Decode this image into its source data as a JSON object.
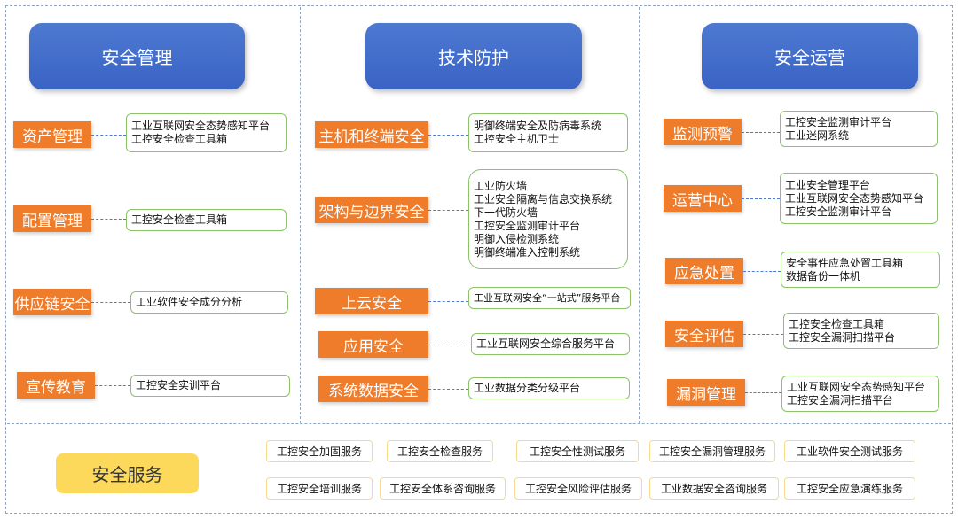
{
  "columns": [
    {
      "title": "安全管理",
      "items": [
        {
          "category": "资产管理",
          "tools": [
            "工业互联网安全态势感知平台",
            "工控安全检查工具箱"
          ]
        },
        {
          "category": "配置管理",
          "tools": [
            "工控安全检查工具箱"
          ]
        },
        {
          "category": "供应链安全",
          "tools": [
            "工业软件安全成分分析"
          ]
        },
        {
          "category": "宣传教育",
          "tools": [
            "工控安全实训平台"
          ]
        }
      ]
    },
    {
      "title": "技术防护",
      "items": [
        {
          "category": "主机和终端安全",
          "tools": [
            "明御终端安全及防病毒系统",
            "工控安全主机卫士"
          ]
        },
        {
          "category": "架构与边界安全",
          "tools": [
            "工业防火墙",
            "工业安全隔离与信息交换系统",
            "下一代防火墙",
            "工控安全监测审计平台",
            "明御入侵检测系统",
            "明御终端准入控制系统"
          ]
        },
        {
          "category": "上云安全",
          "tools": [
            "工业互联网安全“一站式”服务平台"
          ]
        },
        {
          "category": "应用安全",
          "tools": [
            "工业互联网安全综合服务平台"
          ]
        },
        {
          "category": "系统数据安全",
          "tools": [
            "工业数据分类分级平台"
          ]
        }
      ]
    },
    {
      "title": "安全运营",
      "items": [
        {
          "category": "监测预警",
          "tools": [
            "工控安全监测审计平台",
            "工业迷网系统"
          ]
        },
        {
          "category": "运营中心",
          "tools": [
            "工业安全管理平台",
            "工业互联网安全态势感知平台",
            "工控安全监测审计平台"
          ]
        },
        {
          "category": "应急处置",
          "tools": [
            "安全事件应急处置工具箱",
            "数据备份一体机"
          ]
        },
        {
          "category": "安全评估",
          "tools": [
            "工控安全检查工具箱",
            "工控安全漏洞扫描平台"
          ]
        },
        {
          "category": "漏洞管理",
          "tools": [
            "工业互联网安全态势感知平台",
            "工控安全漏洞扫描平台"
          ]
        }
      ]
    }
  ],
  "services": {
    "title": "安全服务",
    "row1": [
      "工控安全加固服务",
      "工控安全检查服务",
      "工控安全性测试服务",
      "工控安全漏洞管理服务",
      "工业软件安全测试服务"
    ],
    "row2": [
      "工控安全培训服务",
      "工控安全体系咨询服务",
      "工控安全风险评估服务",
      "工业数据安全咨询服务",
      "工控安全应急演练服务"
    ]
  },
  "colors": {
    "header_blue": "#4d79d1",
    "category_orange": "#ee7c2b",
    "tool_border_green": "#8cc26a",
    "services_yellow": "#fcd95a",
    "divider_dash": "#8fa6c6"
  }
}
